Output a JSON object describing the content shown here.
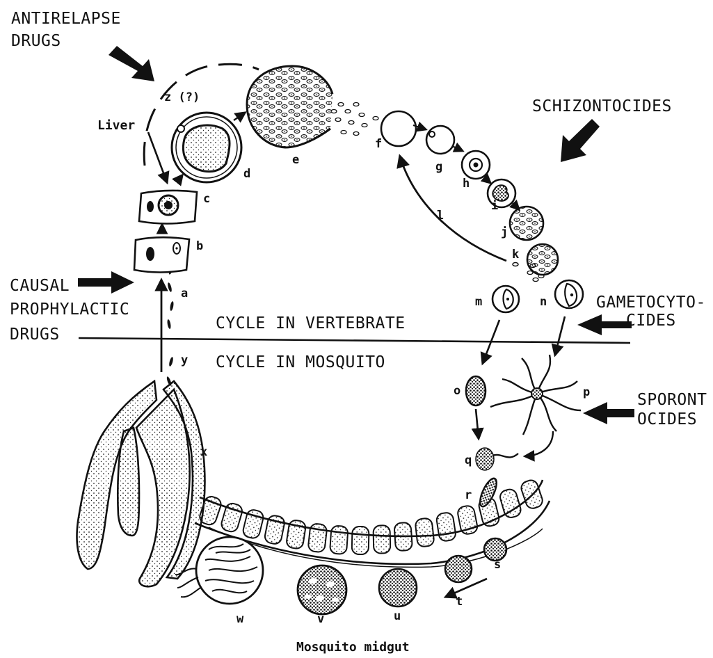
{
  "drug_labels": {
    "antirelapse_line1": "ANTIRELAPSE",
    "antirelapse_line2": "DRUGS",
    "schizontocides": "SCHIZONTOCIDES",
    "causal_line1": "CAUSAL",
    "causal_line2": "PROPHYLACTIC",
    "causal_line3": "DRUGS",
    "gametocytocides_line1": "GAMETOCYTO-",
    "gametocytocides_line2": "CIDES",
    "sporontocides_line1": "SPORONT",
    "sporontocides_line2": "OCIDES"
  },
  "cycle_labels": {
    "vertebrate": "CYCLE IN VERTEBRATE",
    "mosquito": "CYCLE IN MOSQUITO"
  },
  "organ_labels": {
    "liver": "Liver",
    "midgut": "Mosquito midgut"
  },
  "stage_letters": {
    "a": "a",
    "b": "b",
    "c": "c",
    "d": "d",
    "e": "e",
    "f": "f",
    "g": "g",
    "h": "h",
    "i": "i",
    "j": "j",
    "k": "k",
    "l": "l",
    "m": "m",
    "n": "n",
    "o": "o",
    "p": "p",
    "q": "q",
    "r": "r",
    "s": "s",
    "t": "t",
    "u": "u",
    "v": "v",
    "w": "w",
    "x": "x",
    "y": "y",
    "z": "z (?)"
  },
  "colors": {
    "ink": "#111111",
    "background": "#ffffff"
  }
}
